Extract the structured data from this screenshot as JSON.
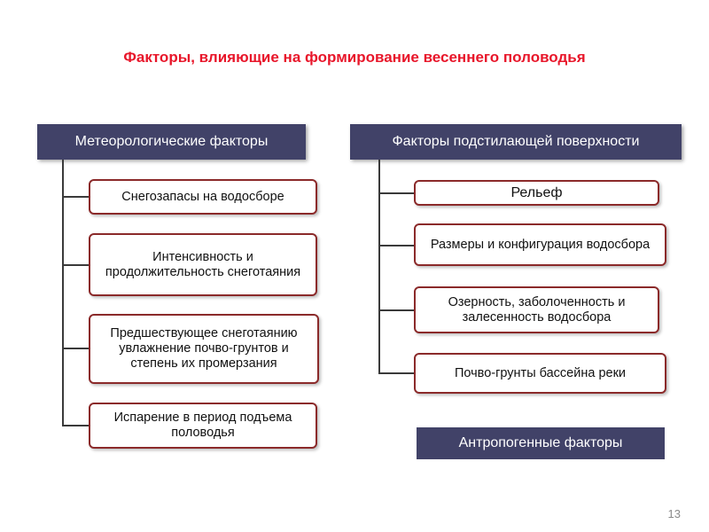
{
  "title": "Факторы, влияющие на формирование весеннего половодья",
  "left_group": {
    "header": "Метеорологические факторы",
    "items": [
      "Снегозапасы на водосборе",
      "Интенсивность и продолжительность снеготаяния",
      "Предшествующее снеготаянию увлажнение почво-грунтов и степень их промерзания",
      "Испарение в период подъема половодья"
    ]
  },
  "right_group": {
    "header": "Факторы подстилающей поверхности",
    "items": [
      "Рельеф",
      "Размеры и конфигурация водосбора",
      "Озерность, заболоченность и залесенность водосбора",
      "Почво-грунты бассейна реки"
    ]
  },
  "anthropogenic": "Антропогенные факторы",
  "page_number": "13",
  "colors": {
    "title": "#e8162a",
    "header_bg": "#414268",
    "item_border": "#8b2a2a",
    "connector": "#3a3a3a"
  }
}
